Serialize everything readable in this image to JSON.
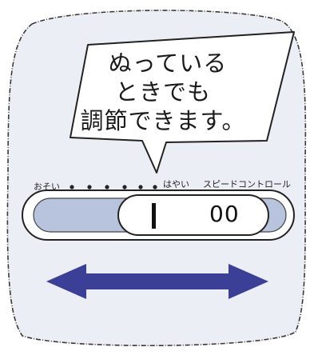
{
  "callout": {
    "lines": [
      "ぬっている",
      "ときでも",
      "調節できます。"
    ]
  },
  "speed_control": {
    "slow_label": "おそい",
    "fast_label": "はやい",
    "control_label": "スピードコントロール",
    "knob_mark": "00",
    "slider_direction_icon": "double-arrow-icon"
  },
  "colors": {
    "panel_fill": "#eceef6",
    "track_fill": "#b8c3dd",
    "arrow_fill": "#3b3f96",
    "ink": "#1a1a1a"
  }
}
